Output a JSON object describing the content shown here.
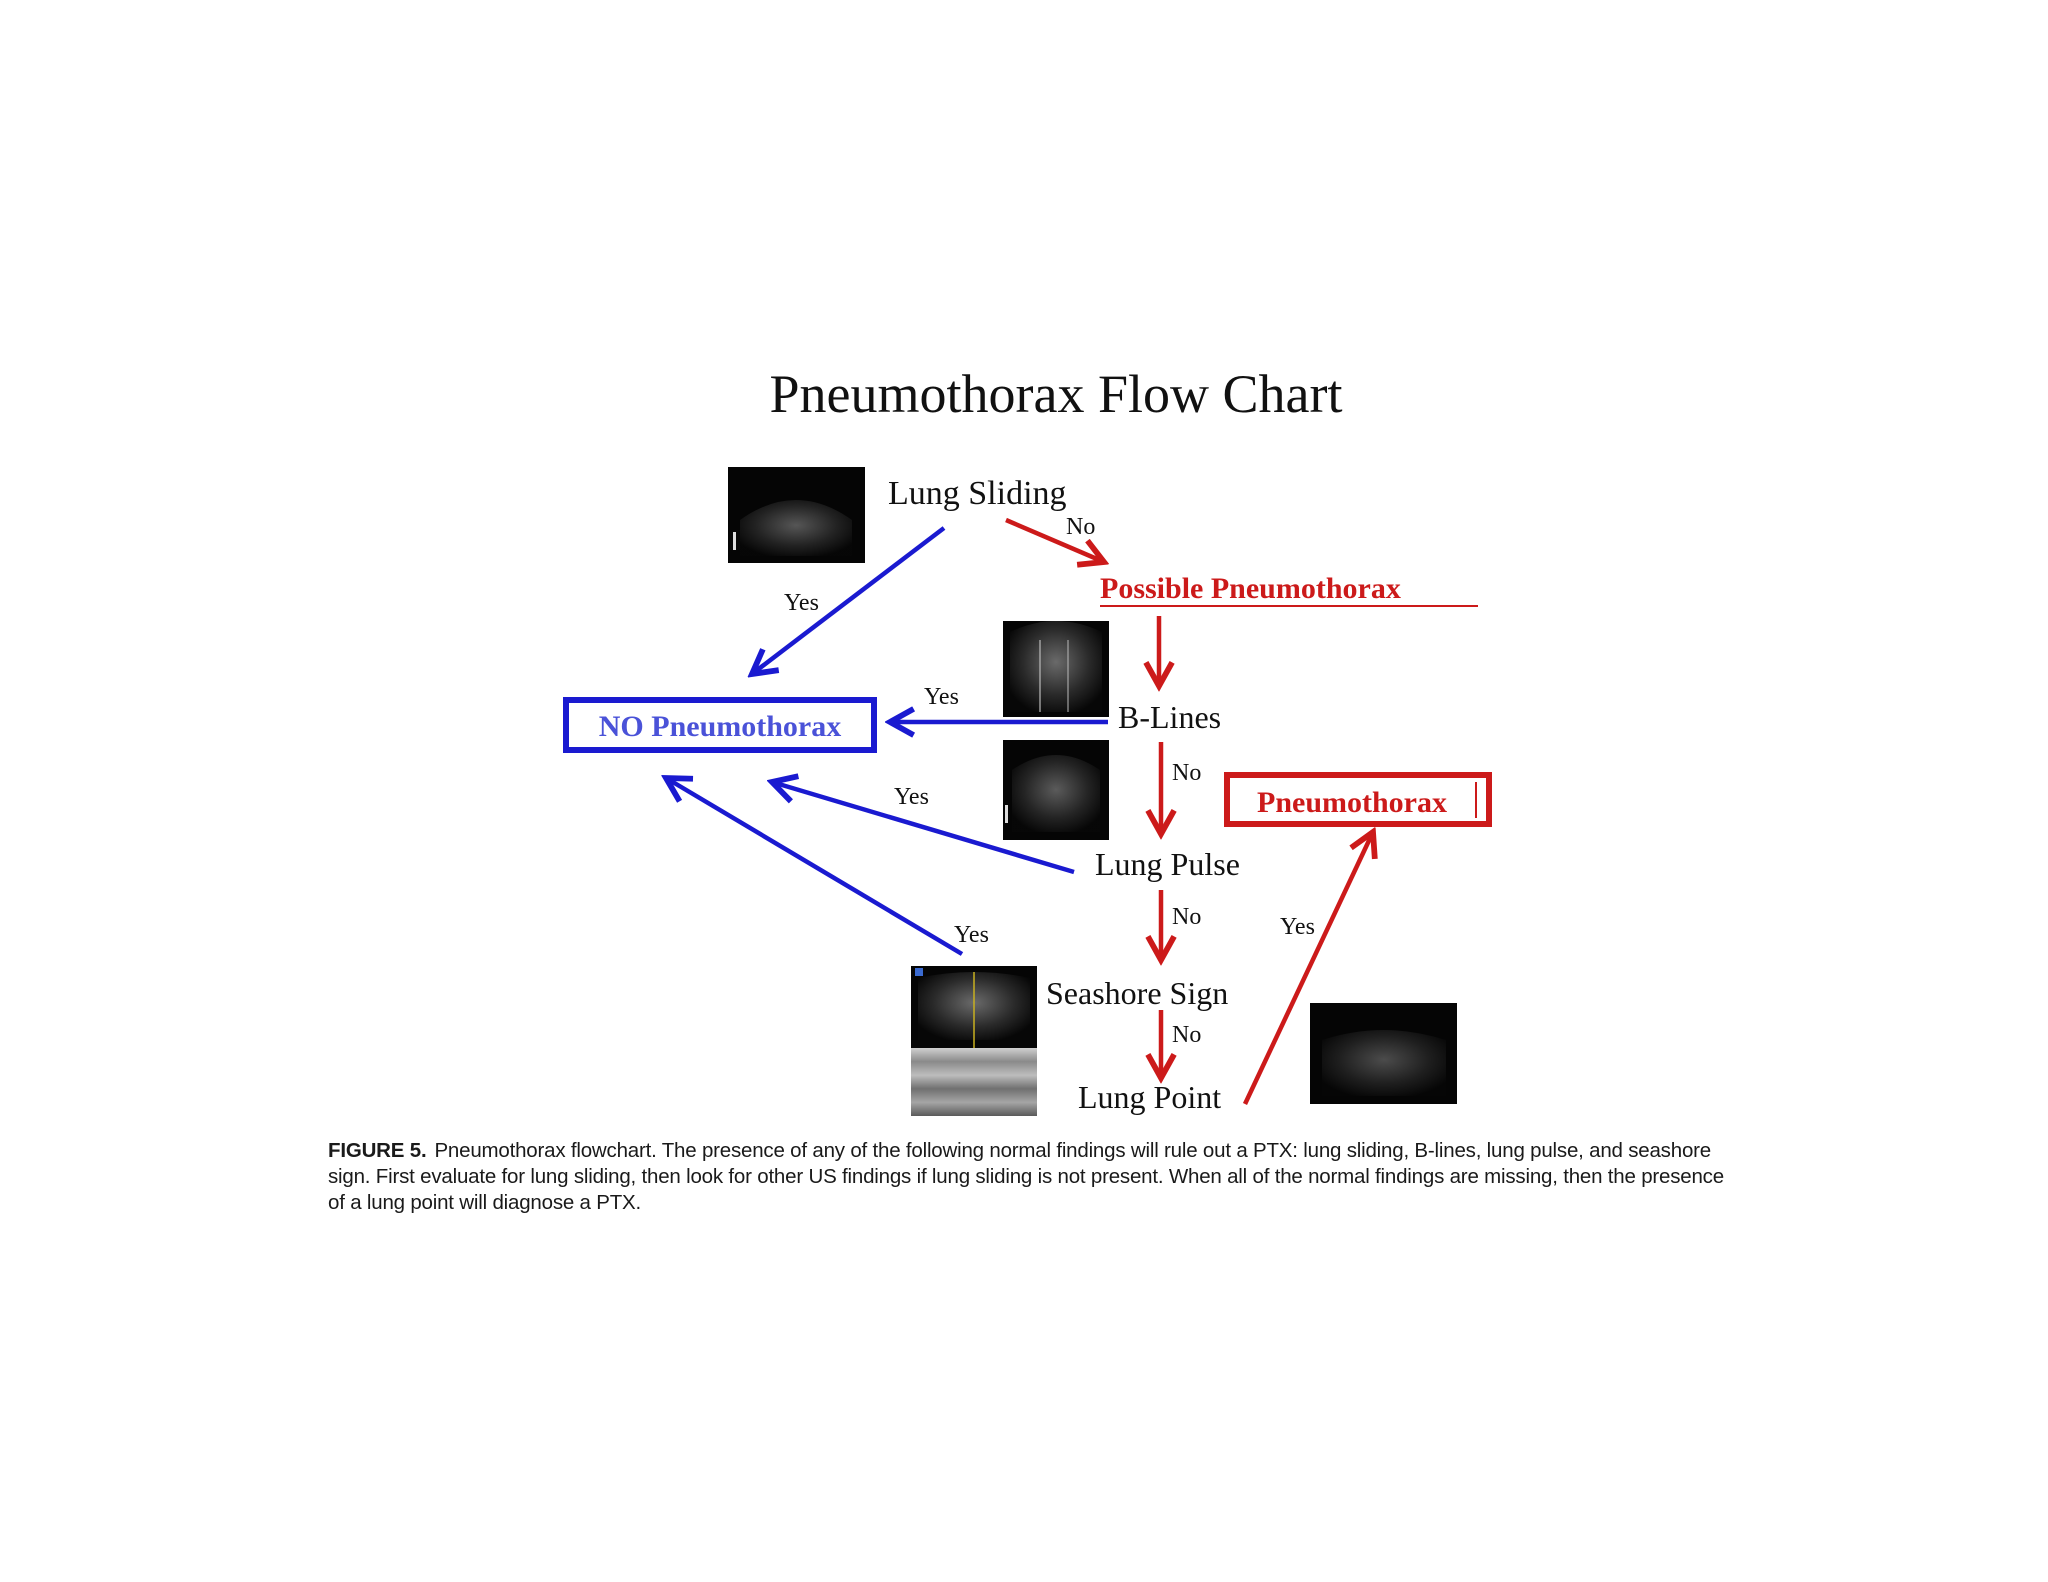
{
  "title": "Pneumothorax Flow Chart",
  "colors": {
    "yes_path": "#1a1ad0",
    "no_path": "#cc1a1a",
    "text": "#111111"
  },
  "nodes": {
    "lung_sliding": "Lung Sliding",
    "possible_ptx": "Possible Pneumothorax",
    "no_ptx": "NO Pneumothorax",
    "b_lines": "B-Lines",
    "lung_pulse": "Lung Pulse",
    "seashore_sign": "Seashore Sign",
    "lung_point": "Lung Point",
    "ptx": "Pneumothorax"
  },
  "edge_labels": {
    "sliding_no": "No",
    "sliding_yes": "Yes",
    "blines_yes": "Yes",
    "blines_no": "No",
    "pulse_yes": "Yes",
    "pulse_no": "No",
    "seashore_yes": "Yes",
    "seashore_no": "No",
    "point_yes": "Yes"
  },
  "caption": {
    "label": "FIGURE 5.",
    "text": "Pneumothorax flowchart. The presence of any of the following normal findings will rule out a PTX: lung sliding, B-lines, lung pulse, and seashore sign. First evaluate for lung sliding, then look for other US findings if lung sliding is not present. When all of the normal findings are missing, then the presence of a lung point will diagnose a PTX."
  }
}
